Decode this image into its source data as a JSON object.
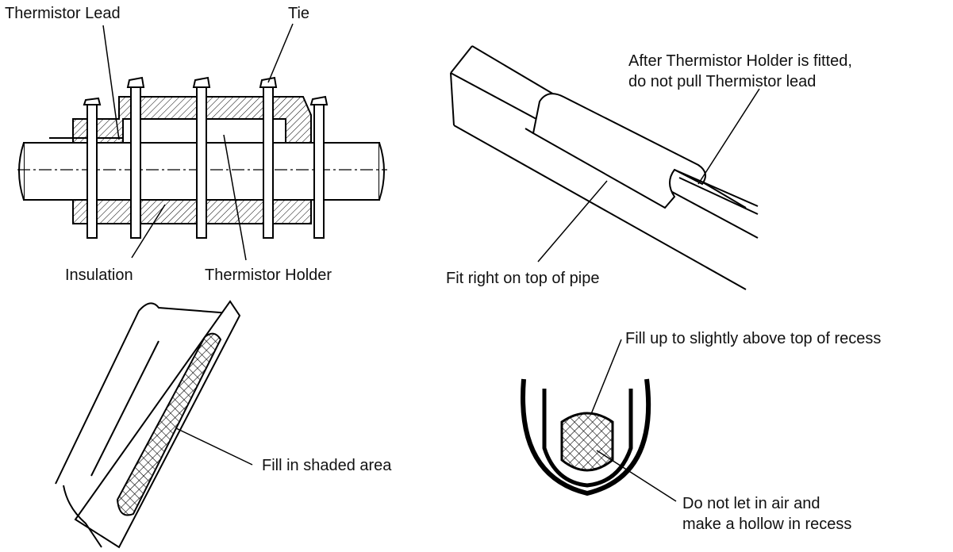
{
  "figure": {
    "labels": {
      "thermistor_lead": "Thermistor Lead",
      "tie": "Tie",
      "insulation": "Insulation",
      "thermistor_holder": "Thermistor Holder",
      "after_fitted_line1": "After Thermistor Holder is fitted,",
      "after_fitted_line2": "do not pull Thermistor lead",
      "fit_on_top": "Fit right on top of pipe",
      "fill_shaded": "Fill in shaded area",
      "fill_up": "Fill up to slightly above top of recess",
      "no_air_line1": "Do not let in air and",
      "no_air_line2": "make a hollow in recess"
    }
  }
}
